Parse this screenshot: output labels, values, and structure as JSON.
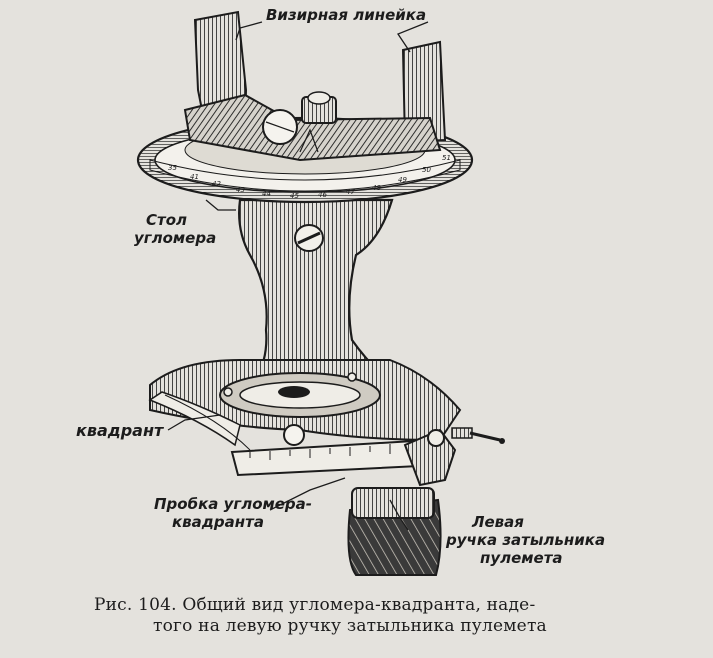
{
  "labels": {
    "sight_ruler": "Визирная линейка",
    "table_line1": "Стол",
    "table_line2": "угломера",
    "quadrant": "квадрант",
    "plug_line1": "Пробка угломера-",
    "plug_line2": "квадранта",
    "handle_line1": "Левая",
    "handle_line2": "ручка затыльника",
    "handle_line3": "пулемета"
  },
  "caption": {
    "line1": "Рис. 104. Общий вид угломера-квадранта, наде-",
    "line2": "того на левую ручку затыльника пулемета"
  },
  "colors": {
    "paper": "#e4e2dd",
    "ink": "#1c1c1c"
  }
}
